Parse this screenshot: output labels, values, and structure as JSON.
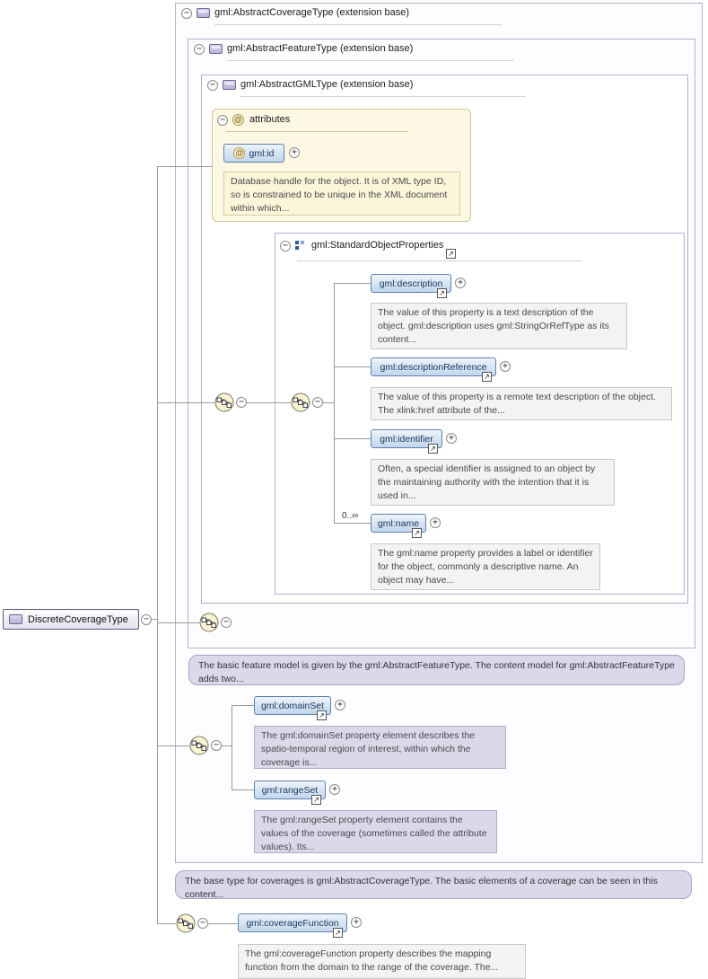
{
  "icons": {
    "collapse": "−",
    "expand": "+",
    "at": "@",
    "link": "↗"
  },
  "root_element": {
    "label": "DiscreteCoverageType"
  },
  "containers": {
    "abstract_coverage": {
      "label": "gml:AbstractCoverageType (extension base)"
    },
    "abstract_feature": {
      "label": "gml:AbstractFeatureType (extension base)"
    },
    "abstract_gml": {
      "label": "gml:AbstractGMLType (extension base)"
    }
  },
  "attributes_group": {
    "label": "attributes",
    "attribute": {
      "label": "gml:id",
      "doc": "Database handle for the object. It is of XML type ID, so is constrained to be unique in the XML document within which..."
    }
  },
  "standard_object_properties": {
    "label": "gml:StandardObjectProperties",
    "children": [
      {
        "label": "gml:description",
        "doc": "The value of this property is a text description of the object. gml:description uses gml:StringOrRefType as its content..."
      },
      {
        "label": "gml:descriptionReference",
        "doc": "The value of this property is a remote text description of the object. The xlink:href attribute of the..."
      },
      {
        "label": "gml:identifier",
        "doc": "Often, a special identifier is assigned to an object by the maintaining authority with the intention that it is used in..."
      },
      {
        "label": "gml:name",
        "cardinality": "0..∞",
        "doc": "The gml:name property provides a label or identifier for the object, commonly a descriptive name. An object may have..."
      }
    ]
  },
  "notes": {
    "feature_model": "The basic feature model is given by the gml:AbstractFeatureType. The content model for gml:AbstractFeatureType adds two...",
    "coverage_base": "The base type for coverages is gml:AbstractCoverageType. The basic elements of a coverage can be seen in this content..."
  },
  "coverage_content": {
    "domain_set": {
      "label": "gml:domainSet",
      "doc": "The gml:domainSet property element describes the spatio-temporal region of interest, within which the coverage is..."
    },
    "range_set": {
      "label": "gml:rangeSet",
      "doc": "The gml:rangeSet property element contains the values of the coverage (sometimes called the attribute values). Its..."
    },
    "coverage_function": {
      "label": "gml:coverageFunction",
      "doc": "The gml:coverageFunction property describes the mapping function from the domain to the range of the coverage. The..."
    }
  },
  "colors": {
    "element_border": "#5d82ad",
    "container_border": "#b6aecd",
    "note_fill": "#dbd8ea",
    "attributes_fill": "#fdf8e3"
  }
}
